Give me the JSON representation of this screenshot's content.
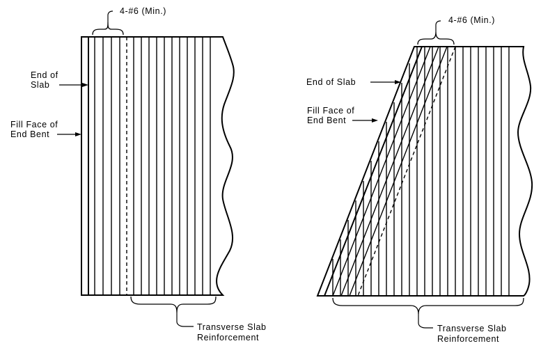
{
  "left_detail": {
    "bar_callout": "4-#6 (Min.)",
    "end_of_slab": [
      "End of",
      "Slab"
    ],
    "fill_face": [
      "Fill Face of",
      "End Bent"
    ],
    "transverse": [
      "Transverse Slab",
      "Reinforcement"
    ]
  },
  "right_detail": {
    "bar_callout": "4-#6 (Min.)",
    "end_of_slab": [
      "End of Slab"
    ],
    "fill_face": [
      "Fill Face of",
      "End Bent"
    ],
    "transverse": [
      "Transverse Slab",
      "Reinforcement"
    ]
  }
}
